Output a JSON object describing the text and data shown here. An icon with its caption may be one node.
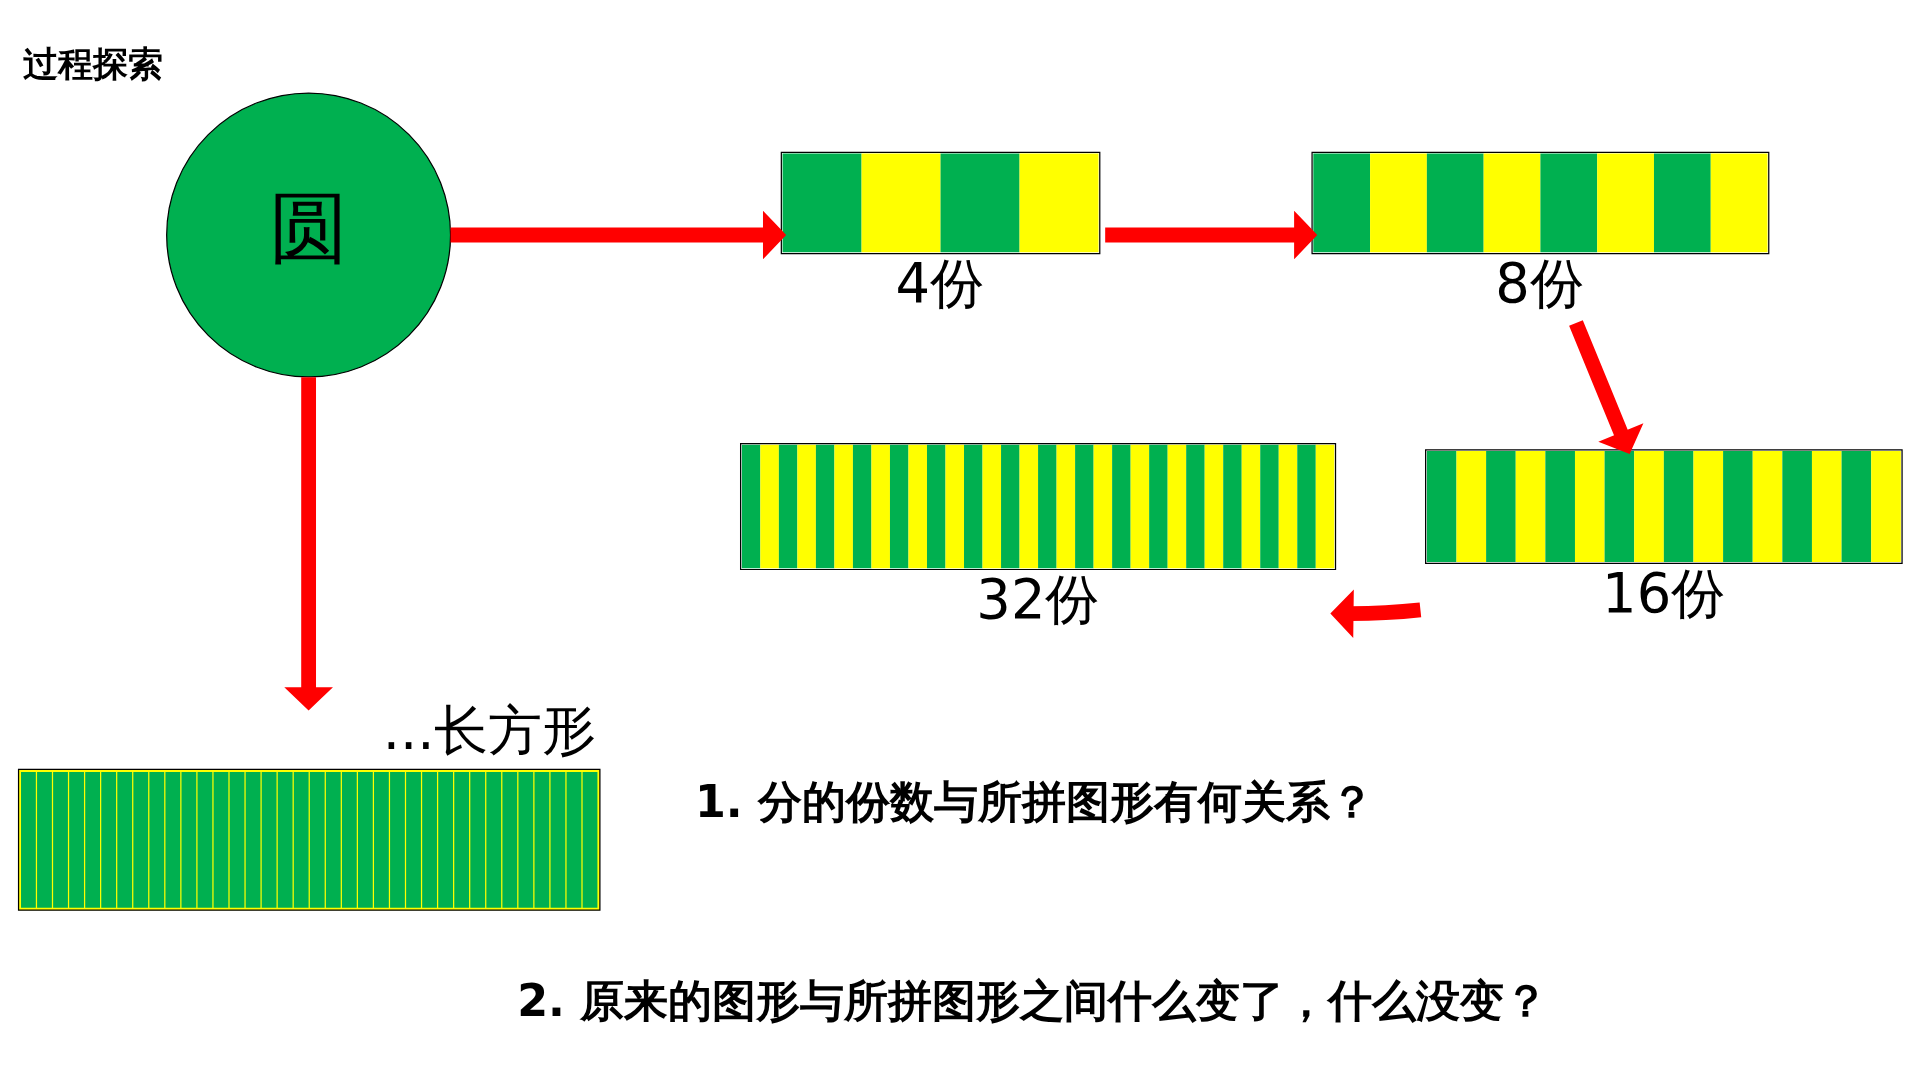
{
  "diagram": {
    "title": "过程探索",
    "nodes": [
      {
        "text": [
          "圆"
        ]
      },
      {
        "text": [],
        "shape": "picture",
        "beside": [
          "4份"
        ]
      },
      {
        "text": [],
        "shape": "picture",
        "beside": [
          "8份"
        ]
      },
      {
        "text": [],
        "shape": "picture",
        "beside": [
          "16份"
        ]
      },
      {
        "text": [],
        "shape": "picture",
        "beside": [
          "32份"
        ]
      },
      {
        "text": [],
        "shape": "box",
        "beside": [
          "...长方形"
        ]
      }
    ],
    "edges": [
      {
        "from": 0,
        "to": 1,
        "arrow": "to"
      },
      {
        "from": 1,
        "to": 2,
        "arrow": "to"
      },
      {
        "from": 2,
        "to": 3,
        "arrow": "to"
      },
      {
        "from": 3,
        "to": 4,
        "arrow": "to"
      },
      {
        "from": 0,
        "to": 5,
        "arrow": "to"
      }
    ],
    "labels": [
      "1. 分的份数与所拼图形有何关系？",
      "2. 原来的图形与所拼图形之间什么变了，什么没变？"
    ]
  }
}
